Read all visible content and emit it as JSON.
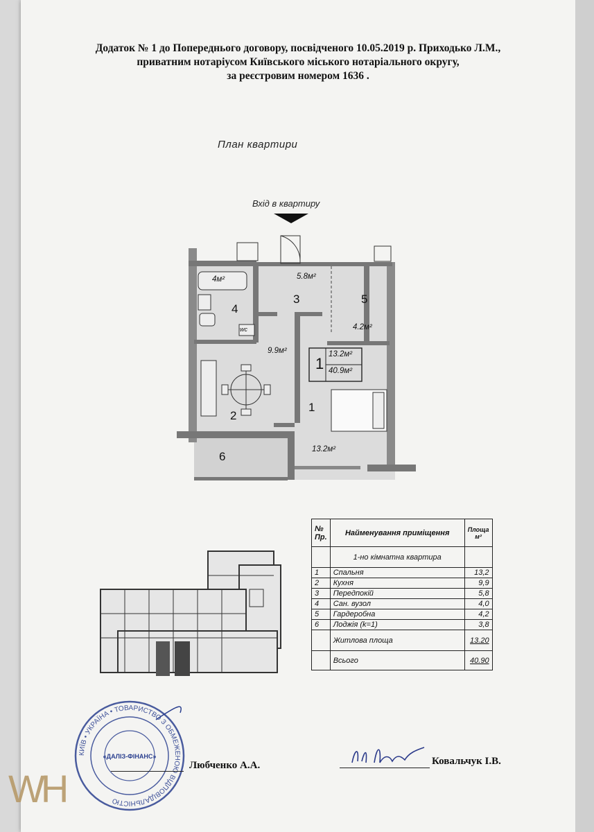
{
  "document": {
    "header": {
      "line1": "Додаток № 1 до Попереднього договору, посвідченого 10.05.2019 р. Приходько Л.М.,",
      "line2": "приватним нотаріусом Київського міського нотаріального округу,",
      "line3": "за реєстровим номером 1636 ."
    },
    "plan_title": "План квартири",
    "entry_label": "Вхід в квартиру",
    "rooms": [
      {
        "number": "1",
        "area": "13.2м²"
      },
      {
        "number": "2",
        "area": "9.9м²"
      },
      {
        "number": "3",
        "area": "5.8м²"
      },
      {
        "number": "4",
        "area": "4м²"
      },
      {
        "number": "5",
        "area": "4.2м²"
      },
      {
        "number": "6",
        "area": ""
      }
    ],
    "apartment_badge": {
      "rooms": "1",
      "living": "13.2м²",
      "total": "40.9м²"
    },
    "toilet_label": "wc",
    "table": {
      "col_no": "№ Пр.",
      "col_name": "Найменування приміщення",
      "col_area": "Площа м²",
      "subheader": "1-но кімнатна квартира",
      "rows": [
        {
          "no": "1",
          "name": "Спальня",
          "area": "13,2"
        },
        {
          "no": "2",
          "name": "Кухня",
          "area": "9,9"
        },
        {
          "no": "3",
          "name": "Передпокій",
          "area": "5,8"
        },
        {
          "no": "4",
          "name": "Сан. вузол",
          "area": "4,0"
        },
        {
          "no": "5",
          "name": "Гардеробна",
          "area": "4,2"
        },
        {
          "no": "6",
          "name": "Лоджія (k=1)",
          "area": "3,8"
        }
      ],
      "living_label": "Житлова площа",
      "living_value": "13.20",
      "total_label": "Всього",
      "total_value": "40.90"
    },
    "signatures": {
      "left_name": "Любченко А.А.",
      "right_name": "Ковальчук І.В."
    },
    "stamp": {
      "outer_text": "КИЇВ • УКРАЇНА • ТОВАРИСТВО З ОБМЕЖЕНОЮ ВІДПОВІДАЛЬНІСТЮ",
      "center_text": "«ДАЛІЗ-ФІНАНС»"
    },
    "watermark": "WH"
  },
  "colors": {
    "wall": "#8a8a8a",
    "wall_dark": "#555555",
    "room_fill": "#d6d6d6",
    "watermark": "#b79a6a",
    "stamp": "#2a3f8f"
  }
}
